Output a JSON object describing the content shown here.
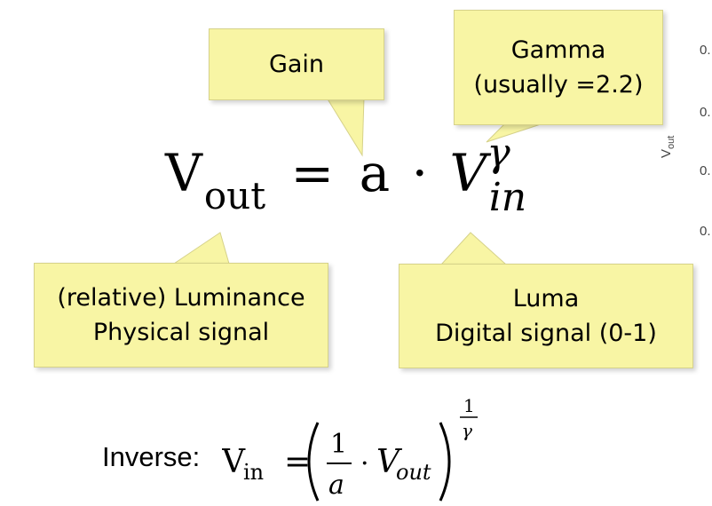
{
  "equation": {
    "lhs_var": "V",
    "lhs_sub": "out",
    "equals": "=",
    "gain_symbol": "a",
    "dot": "·",
    "rhs_var": "V",
    "rhs_sub": "in",
    "exponent": "γ"
  },
  "callouts": {
    "gain": {
      "text": "Gain"
    },
    "gamma": {
      "line1": "Gamma",
      "line2": "(usually =2.2)"
    },
    "luminance": {
      "line1": "(relative) Luminance",
      "line2": "Physical signal"
    },
    "luma": {
      "line1": "Luma",
      "line2": "Digital signal (0-1)"
    }
  },
  "inverse": {
    "label": "Inverse:",
    "lhs_var": "V",
    "lhs_sub": "in",
    "equals": "=",
    "numerator": "1",
    "denominator": "a",
    "dot": "·",
    "rhs_var": "V",
    "rhs_sub": "out",
    "exp_numerator": "1",
    "exp_denominator": "γ"
  },
  "background_plot": {
    "axis_label": "V",
    "axis_label_sub": "out",
    "tick_labels": [
      "0.",
      "0.",
      "0.",
      "0."
    ]
  },
  "colors": {
    "callout_fill": "#f8f5a4",
    "callout_border": "#d6d28a",
    "text": "#000000"
  }
}
